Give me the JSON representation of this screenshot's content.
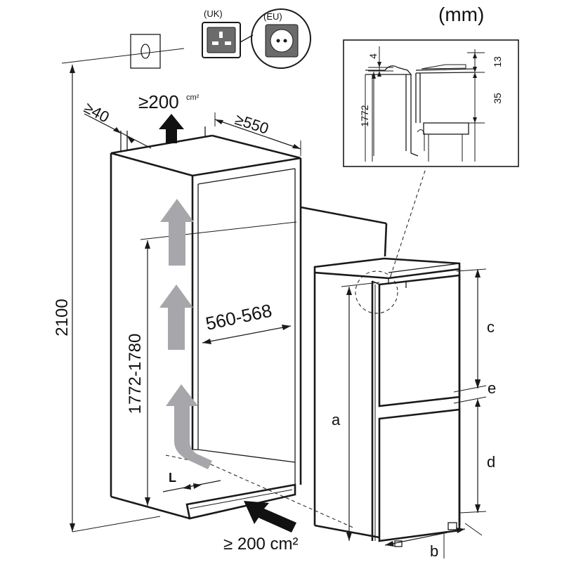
{
  "units": "(mm)",
  "sockets": {
    "uk": "(UK)",
    "eu": "(EU)"
  },
  "dims": {
    "height_total": "2100",
    "niche_height": "1772-1780",
    "niche_width": "560-568",
    "depth": "≥550",
    "rear_gap": "≥40",
    "vent_top_value": "≥200",
    "vent_top_unit": "cm²",
    "vent_bottom": "≥ 200 cm²",
    "plinth_label": "L"
  },
  "detail": {
    "d4": "4",
    "d13": "13",
    "d35": "35",
    "d1772": "1772"
  },
  "appliance_labels": {
    "a": "a",
    "b": "b",
    "c": "c",
    "d": "d",
    "e": "e"
  },
  "colors": {
    "line": "#1a1a1a",
    "airflow": "#a6a6ab",
    "black_arrow": "#111111"
  }
}
